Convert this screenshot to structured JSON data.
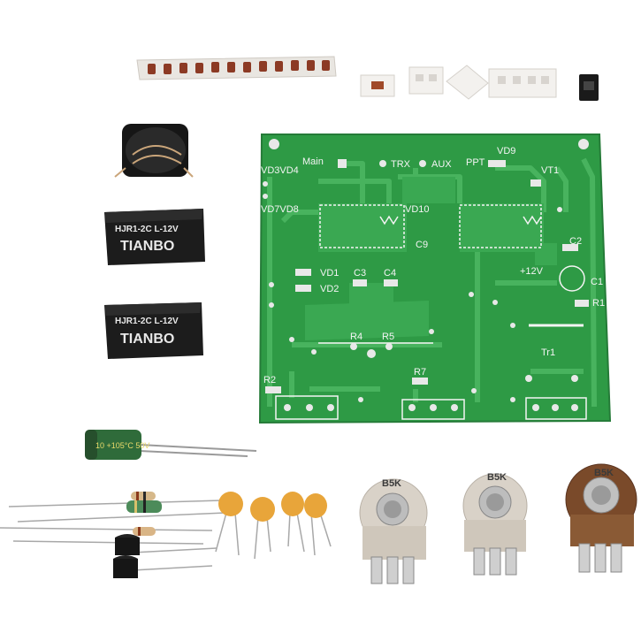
{
  "pcb": {
    "labels": {
      "main": "Main",
      "trx": "TRX",
      "aux": "AUX",
      "ppt": "PPT",
      "vd9": "VD9",
      "vt1": "VT1",
      "vd3vd4": "VD3VD4",
      "vd7vd8": "VD7VD8",
      "vd10": "VD10",
      "c9": "C9",
      "c2": "C2",
      "plus12v": "+12V",
      "c1": "C1",
      "r1": "R1",
      "vd1": "VD1",
      "vd2": "VD2",
      "c3": "C3",
      "c4": "C4",
      "r4": "R4",
      "r5": "R5",
      "tr1": "Tr1",
      "r2": "R2",
      "r7": "R7"
    }
  },
  "relays": [
    {
      "brand": "TIANBO",
      "model": "HJR1-2C L-12V"
    },
    {
      "brand": "TIANBO",
      "model": "HJR1-2C L-12V"
    }
  ],
  "electrolytic_cap": {
    "label": "10 +105°C 50V"
  },
  "potentiometers": [
    {
      "value": "B5K"
    },
    {
      "value": "B5K"
    },
    {
      "value": "B5K"
    }
  ],
  "colors": {
    "pcb_green": "#2e9a45",
    "trace_green": "#48b35e",
    "silkscreen": "#f4f4f4",
    "relay_black": "#1c1c1c",
    "ceramic_cap": "#e8a53a",
    "pot_metal": "#d9d2c8",
    "pot_bakelite": "#7a4a2a"
  }
}
